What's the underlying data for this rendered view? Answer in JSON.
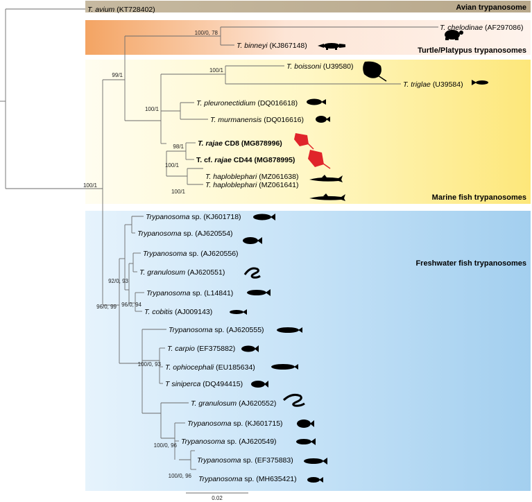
{
  "groups": [
    {
      "label": "Avian trypanosome",
      "color": "#c2b49b"
    },
    {
      "label": "Turtle/Platypus trypanosomes",
      "color": "#f2a96c"
    },
    {
      "label": "Marine fish trypanosomes",
      "color": "#fde985"
    },
    {
      "label": "Freshwater fish trypanosomes",
      "color": "#a9d2f0"
    }
  ],
  "taxa": [
    {
      "name": "T. avium",
      "acc": "(KT728402)"
    },
    {
      "name": "T. chelodinae",
      "acc": "(AF297086)"
    },
    {
      "name": "T. binneyi",
      "acc": "(KJ867148)"
    },
    {
      "name": "T. boissoni",
      "acc": "(U39580)"
    },
    {
      "name": "T. triglae",
      "acc": "(U39584)"
    },
    {
      "name": "T. pleuronectidium",
      "acc": "(DQ016618)"
    },
    {
      "name": "T. murmanensis",
      "acc": "(DQ016616)"
    },
    {
      "name": "T. rajae",
      "pre": "",
      "post": " CD8 (MG878996)",
      "bold": true
    },
    {
      "name": "rajae",
      "pre": "T. cf. ",
      "post": " CD44 (MG878995)",
      "bold": true
    },
    {
      "name": "T. haploblephari",
      "acc": "(MZ061638)"
    },
    {
      "name": "T. haploblephari",
      "acc": "(MZ061641)"
    },
    {
      "name": "Trypanosoma",
      "acc": "sp. (KJ601718)"
    },
    {
      "name": "Trypanosoma",
      "acc": "sp. (AJ620554)"
    },
    {
      "name": "Trypanosoma",
      "acc": "sp. (AJ620556)"
    },
    {
      "name": "T. granulosum",
      "acc": "(AJ620551)"
    },
    {
      "name": "Trypanosoma",
      "acc": "sp. (L14841)"
    },
    {
      "name": "T. cobitis",
      "acc": "(AJ009143)"
    },
    {
      "name": "Trypanosoma",
      "acc": "sp. (AJ620555)"
    },
    {
      "name": "T. carpio",
      "acc": "(EF375882)"
    },
    {
      "name": "T. ophiocephali",
      "acc": "(EU185634)"
    },
    {
      "name": "T siniperca",
      "acc": "(DQ494415)"
    },
    {
      "name": "T. granulosum",
      "acc": "(AJ620552)"
    },
    {
      "name": "Trypanosoma",
      "acc": "sp. (KJ601715)"
    },
    {
      "name": "Trypanosoma",
      "acc": "sp. (AJ620549)"
    },
    {
      "name": "Trypanosoma",
      "acc": "sp. (EF375883)"
    },
    {
      "name": "Trypanosoma",
      "acc": "sp. (MH635421)"
    }
  ],
  "supports": [
    "100/0, 78",
    "99/1",
    "100/1",
    "100/1",
    "98/1",
    "100/1",
    "100/1",
    "100/1",
    "92/0, 93",
    "96/0, 94",
    "96/0, 99",
    "100/0, 93",
    "100/0, 96",
    "100/0, 96"
  ],
  "scale_bar": {
    "label": "0.02"
  }
}
